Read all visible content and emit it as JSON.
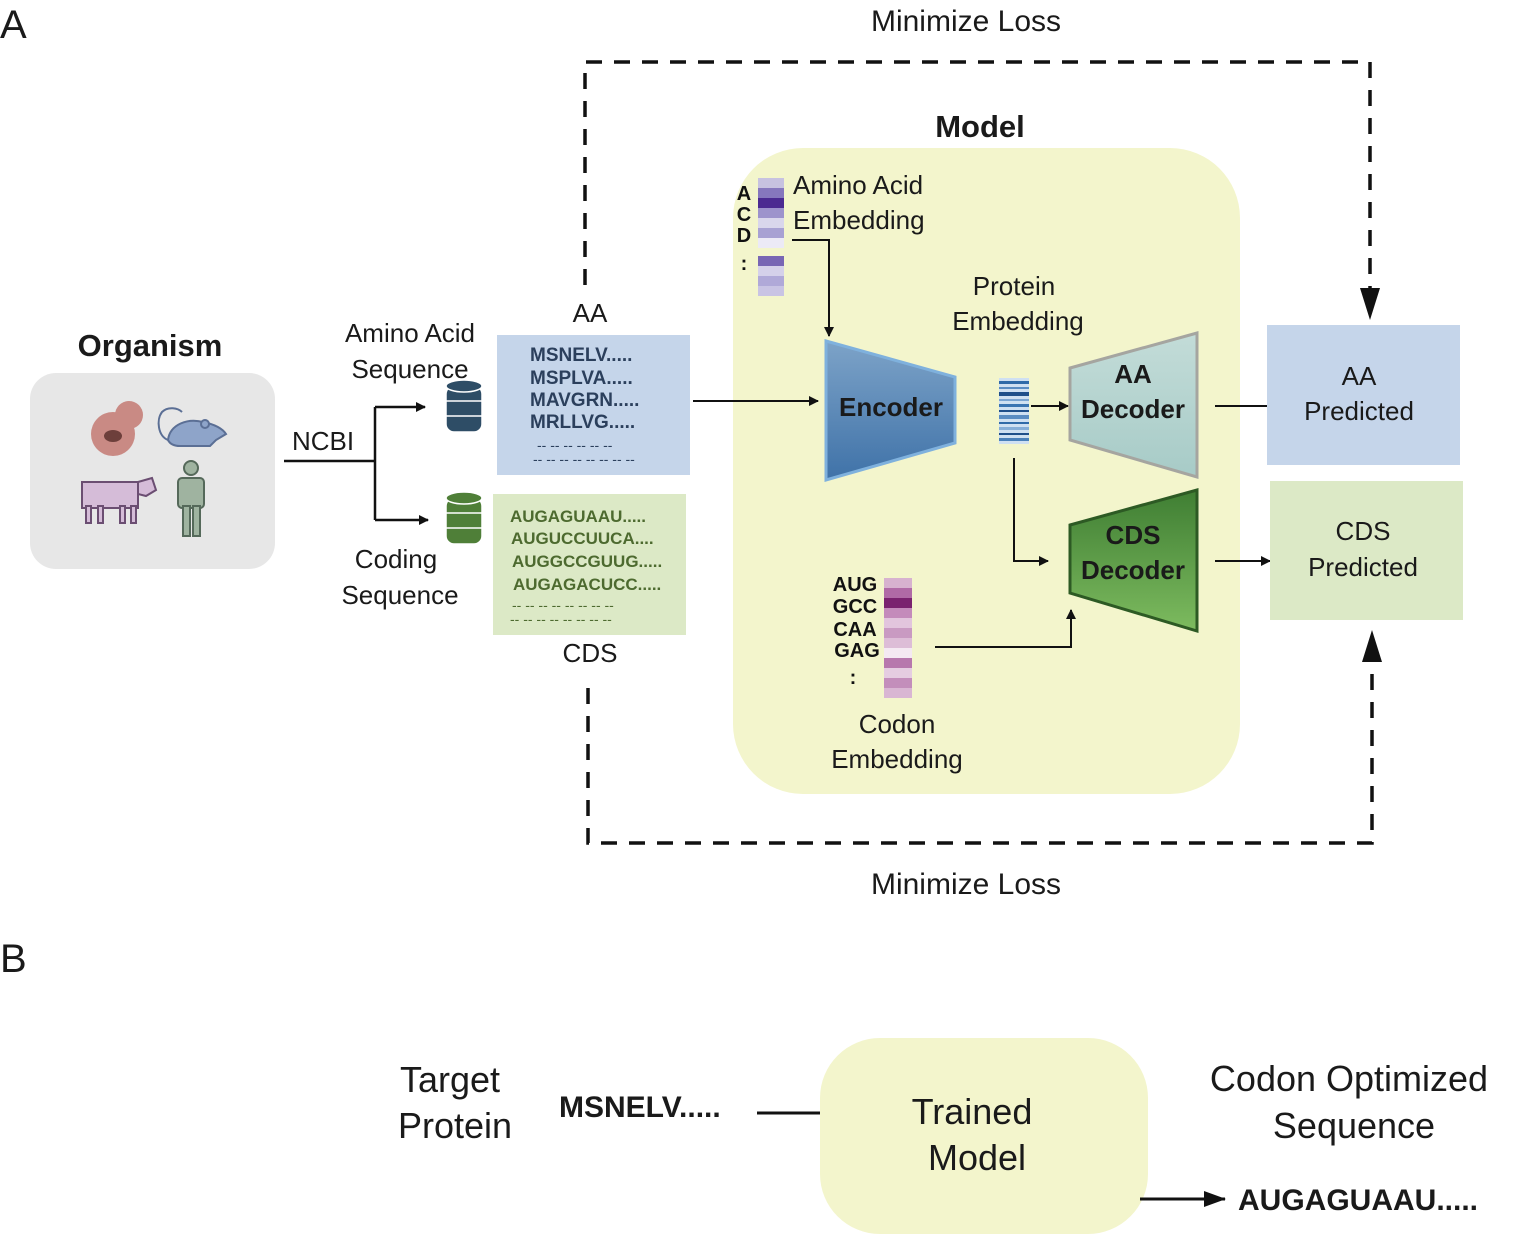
{
  "panel_a": {
    "label": "A",
    "loss_top": "Minimize Loss",
    "loss_bottom": "Minimize Loss",
    "organism": {
      "title": "Organism",
      "icons": [
        "yeast-icon",
        "mouse-icon",
        "cow-icon",
        "human-icon"
      ]
    },
    "ncbi": "NCBI",
    "aa_source": {
      "line1": "Amino Acid",
      "line2": "Sequence"
    },
    "cds_source": {
      "line1": "Coding",
      "line2": "Sequence"
    },
    "aa_box": {
      "label": "AA",
      "sequences": [
        "MSNELV.....",
        "MSPLVA.....",
        "MAVGRN.....",
        "MRLLVG....."
      ],
      "dashes": [
        "-- -- -- -- -- --",
        "-- -- -- -- -- -- -- --"
      ]
    },
    "cds_box": {
      "label": "CDS",
      "sequences": [
        "AUGAGUAAU.....",
        "AUGUCCUUCA....",
        "AUGGCCGUUG.....",
        "AUGAGACUCC....."
      ],
      "dashes": [
        "-- -- -- -- -- -- -- --",
        "-- -- -- -- -- -- -- --"
      ]
    },
    "model": {
      "title": "Model",
      "aa_embedding": {
        "line1": "Amino Acid",
        "line2": "Embedding",
        "letters": [
          "A",
          "C",
          "D",
          ":"
        ]
      },
      "protein_embedding": {
        "line1": "Protein",
        "line2": "Embedding"
      },
      "encoder": "Encoder",
      "aa_decoder": {
        "line1": "AA",
        "line2": "Decoder"
      },
      "cds_decoder": {
        "line1": "CDS",
        "line2": "Decoder"
      },
      "codon_embedding": {
        "line1": "Codon",
        "line2": "Embedding",
        "codons": [
          "AUG",
          "GCC",
          "CAA",
          "GAG",
          ":"
        ]
      }
    },
    "aa_predicted": {
      "line1": "AA",
      "line2": "Predicted"
    },
    "cds_predicted": {
      "line1": "CDS",
      "line2": "Predicted"
    }
  },
  "panel_b": {
    "label": "B",
    "target": {
      "line1": "Target",
      "line2": "Protein"
    },
    "input_seq": "MSNELV.....",
    "trained_model": {
      "line1": "Trained",
      "line2": "Model"
    },
    "output_label": {
      "line1": "Codon Optimized",
      "line2": "Sequence"
    },
    "output_seq": "AUGAGUAAU....."
  },
  "colors": {
    "model_bg": "#f3f5cc",
    "aa_blue": "#c5d5ea",
    "cds_green": "#dce9c6",
    "encoder": "#5a88b8",
    "aa_decoder": "#b5d3d0",
    "cds_decoder": "#5b9a48",
    "db_blue": "#2e4d66",
    "db_green": "#4f7f38",
    "organism_bg": "#e7e7e7"
  }
}
